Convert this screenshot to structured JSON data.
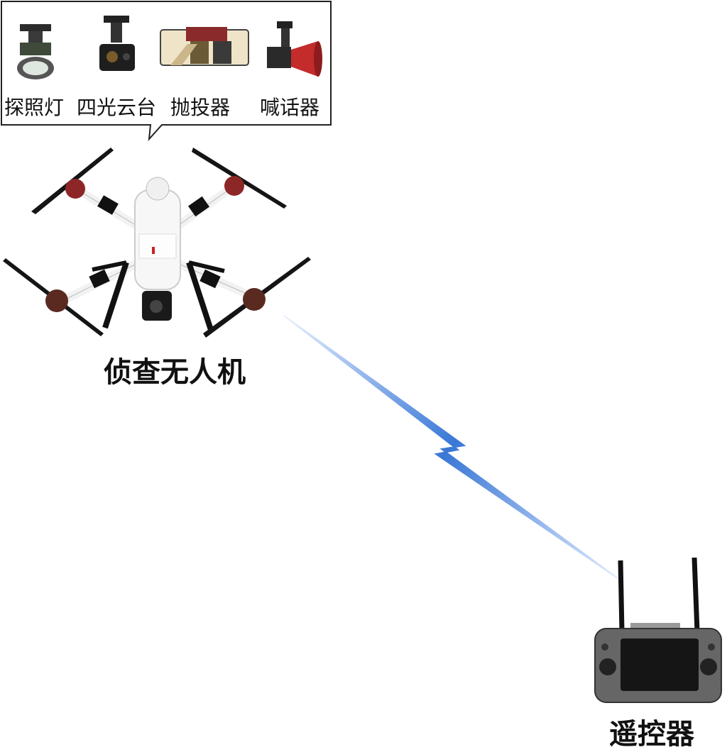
{
  "payloads": [
    {
      "label": "探照灯",
      "icon": "searchlight-icon"
    },
    {
      "label": "四光云台",
      "icon": "gimbal-camera-icon"
    },
    {
      "label": "抛投器",
      "icon": "dropper-icon"
    },
    {
      "label": "喊话器",
      "icon": "loudspeaker-icon"
    }
  ],
  "drone": {
    "label": "侦查无人机",
    "icon": "quadcopter-icon"
  },
  "controller": {
    "label": "遥控器",
    "icon": "remote-controller-icon"
  },
  "link": {
    "icon": "wireless-link-icon",
    "color": "#3a78d6"
  }
}
